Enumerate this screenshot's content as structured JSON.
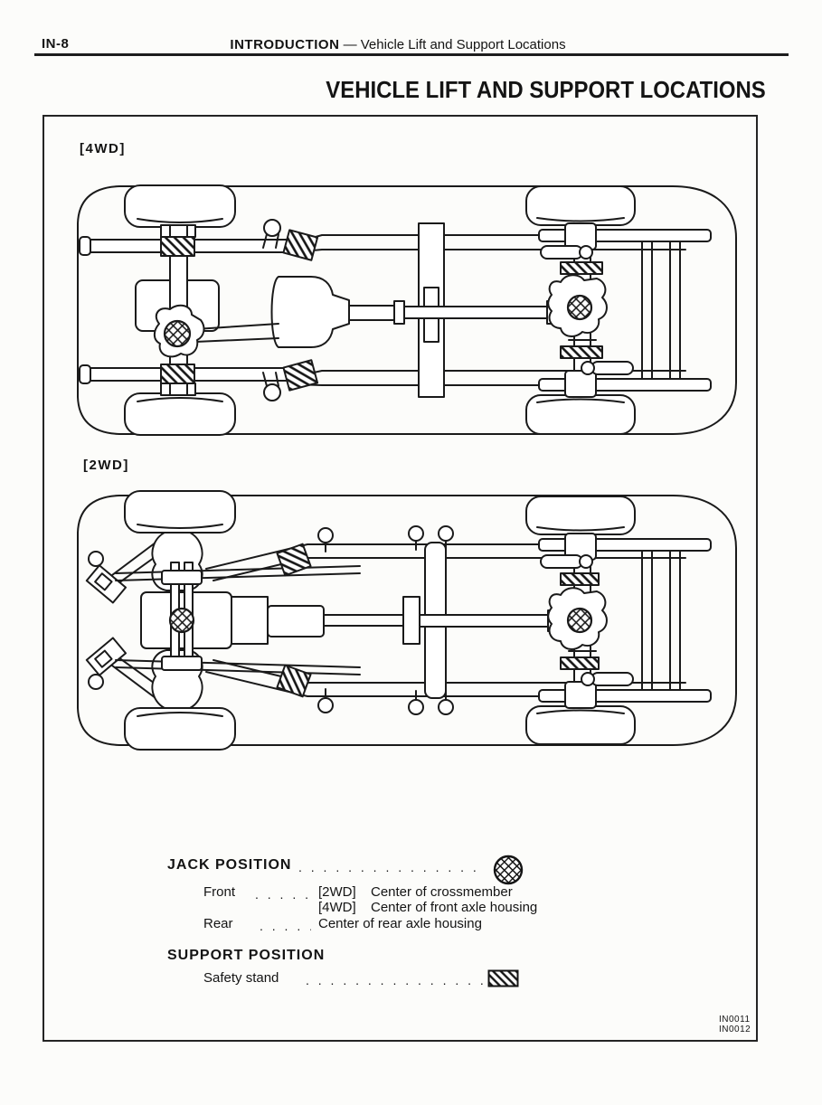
{
  "page": {
    "page_number": "IN-8",
    "section_title": "INTRODUCTION",
    "section_subtitle": "— Vehicle Lift and Support Locations",
    "title": "VEHICLE LIFT AND SUPPORT LOCATIONS"
  },
  "figure": {
    "variant_labels": {
      "four_wd": "[4WD]",
      "two_wd": "[2WD]"
    },
    "codes": {
      "line1": "IN0011",
      "line2": "IN0012"
    }
  },
  "legend": {
    "jack": {
      "heading": "JACK  POSITION",
      "leader": ". . . . . . . . . . . . . . . . . . . . . . . . . .",
      "symbol_name": "crosshatched-circle"
    },
    "front_row": {
      "term": "Front",
      "leader": ". . . . . . . .",
      "tag": "[2WD]",
      "desc": "Center of crossmember"
    },
    "front_row2": {
      "tag": "[4WD]",
      "desc": "Center of front axle housing"
    },
    "rear_row": {
      "term": "Rear",
      "leader": ". . . . . . . .",
      "desc": "Center of rear axle housing"
    },
    "support": {
      "heading": "SUPPORT  POSITION",
      "row": {
        "term": "Safety stand",
        "leader": ". . . . . . . . . . . . . . . . . . . . . . . .",
        "symbol_name": "hatched-rectangle"
      }
    }
  }
}
